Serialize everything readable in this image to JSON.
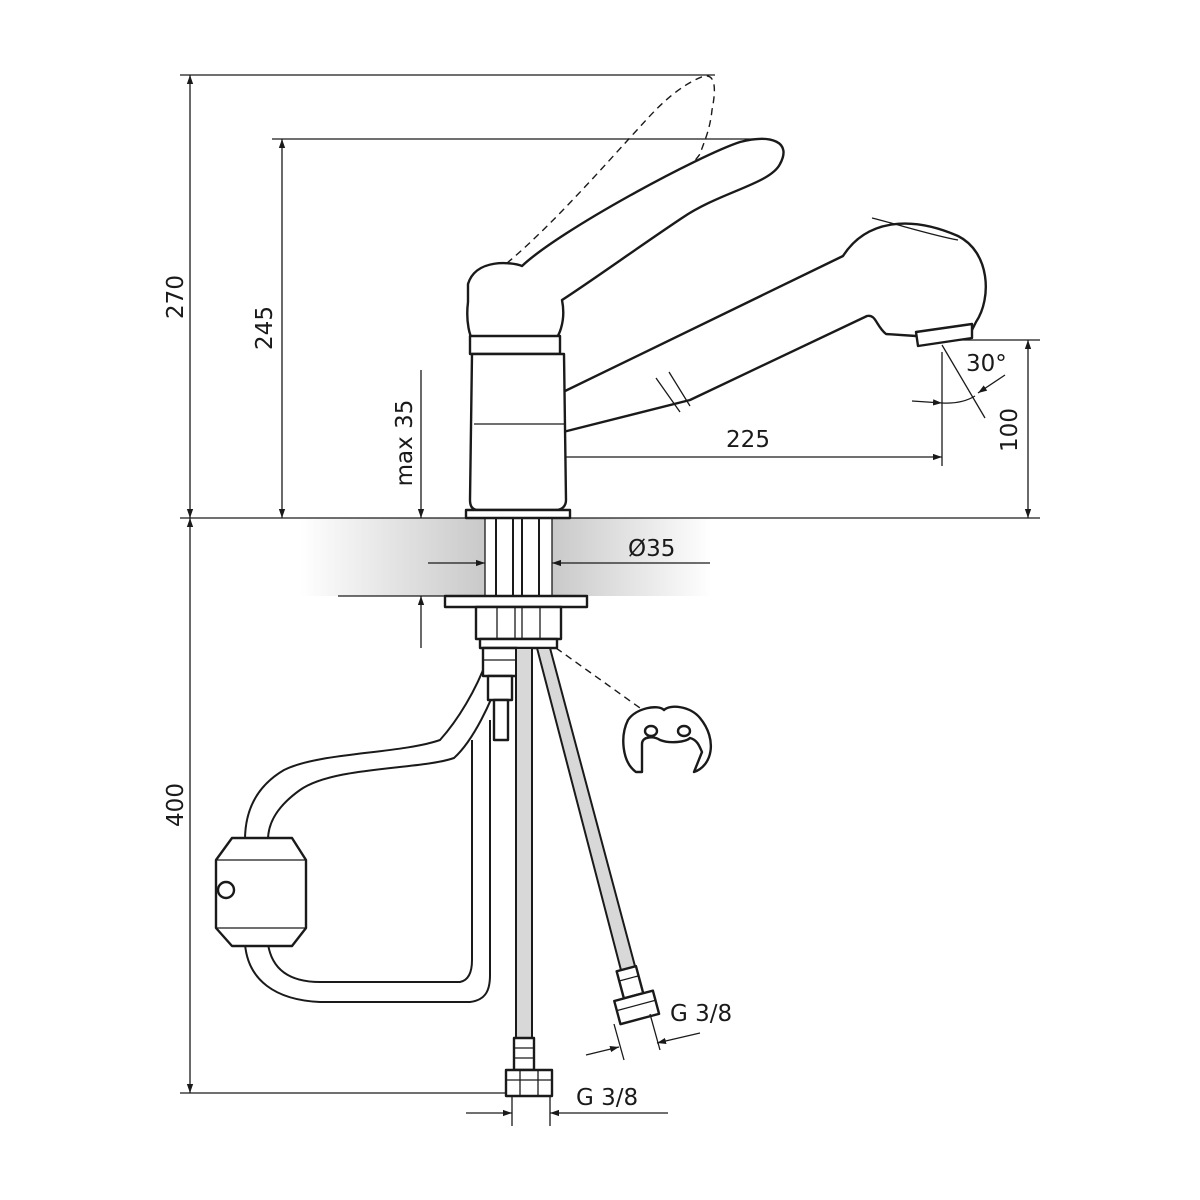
{
  "dimensions": {
    "total_height": "270",
    "lever_height": "245",
    "max_deck_thickness": "max 35",
    "spout_reach": "225",
    "spray_angle": "30°",
    "outlet_height": "100",
    "hole_diameter": "Ø35",
    "hose_length": "400",
    "thread_right": "G 3/8",
    "thread_left": "G 3/8"
  }
}
